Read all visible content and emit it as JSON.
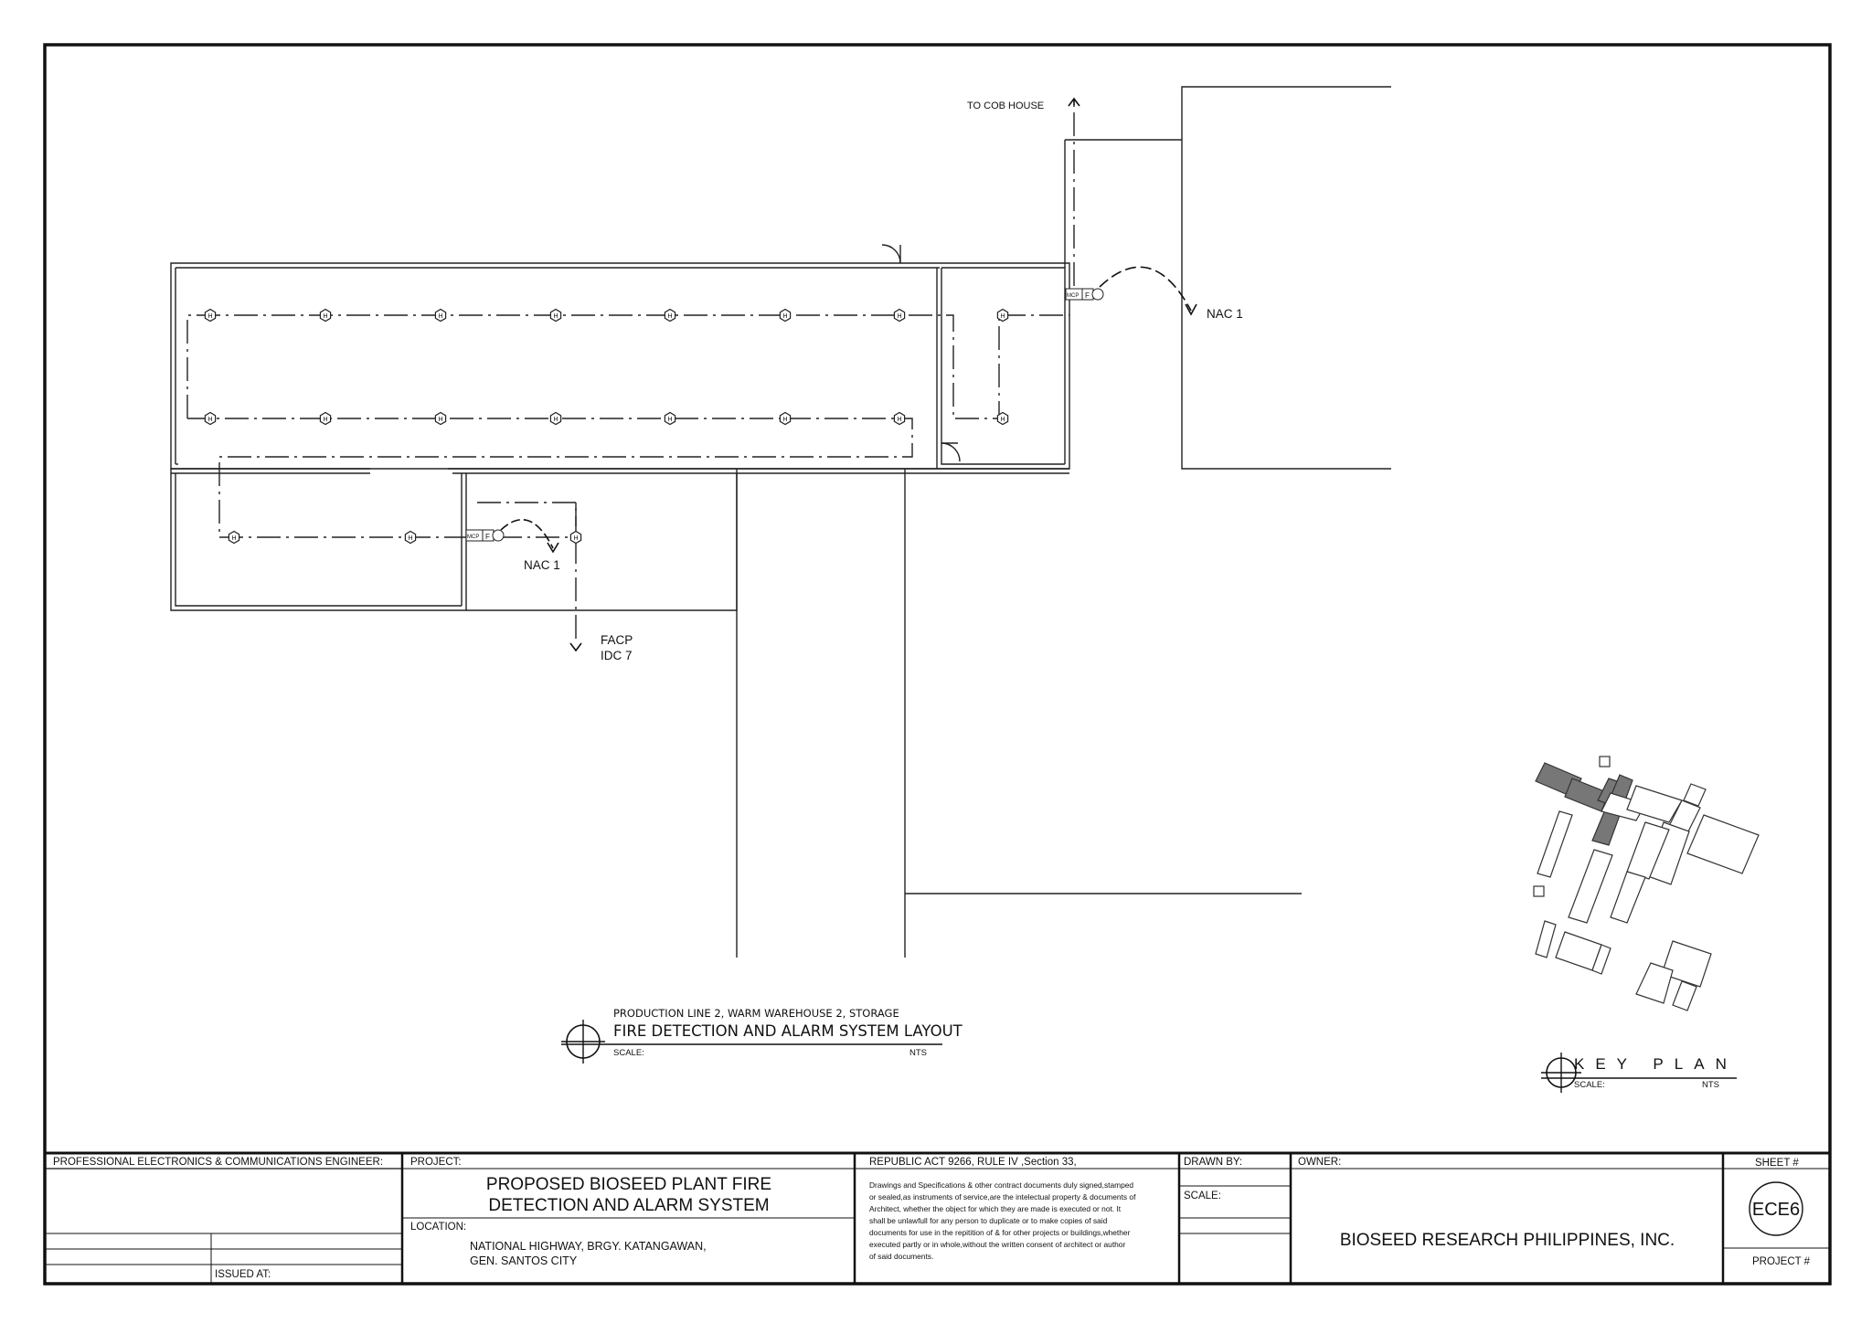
{
  "drawing": {
    "annotations": {
      "to_cob_house": "TO COB HOUSE",
      "nac_upper": "NAC 1",
      "nac_lower": "NAC 1",
      "facp_line1": "FACP",
      "facp_line2": "IDC 7",
      "device_symbol": "H",
      "panel_mcp": "MCP",
      "panel_f": "F"
    },
    "layout_title": {
      "subtitle": "PRODUCTION LINE 2, WARM WAREHOUSE 2, STORAGE",
      "title": "FIRE DETECTION AND ALARM SYSTEM LAYOUT",
      "scale_label": "SCALE:",
      "scale_value": "NTS"
    },
    "key_plan": {
      "title": "KEY PLAN",
      "scale_label": "SCALE:",
      "scale_value": "NTS"
    }
  },
  "title_block": {
    "engineer_label": "PROFESSIONAL ELECTRONICS & COMMUNICATIONS ENGINEER:",
    "issued_at_label": "ISSUED AT:",
    "project_label": "PROJECT:",
    "project_line1": "PROPOSED BIOSEED PLANT FIRE",
    "project_line2": "DETECTION AND ALARM SYSTEM",
    "location_label": "LOCATION:",
    "location_line1": "NATIONAL HIGHWAY, BRGY. KATANGAWAN,",
    "location_line2": "GEN. SANTOS CITY",
    "ra_label": "REPUBLIC ACT  9266, RULE IV ,Section 33,",
    "ra_text": [
      "Drawings and Specifications & other contract documents duly signed,stamped",
      "or sealed,as instruments of service,are the intelectual property & documents of",
      "Architect, whether the object for which they are made is executed or not. It",
      "shall be unlawfull for any person to duplicate or to make copies of said",
      "documents for use in the repitition of & for other projects or buildings,whether",
      "executed partly or in whole,without the written consent of architect or author",
      "of said documents."
    ],
    "drawn_by_label": "DRAWN BY:",
    "scale_label": "SCALE:",
    "owner_label": "OWNER:",
    "owner_name": "BIOSEED RESEARCH PHILIPPINES, INC.",
    "sheet_label": "SHEET #",
    "sheet_number": "ECE6",
    "project_no_label": "PROJECT #"
  }
}
